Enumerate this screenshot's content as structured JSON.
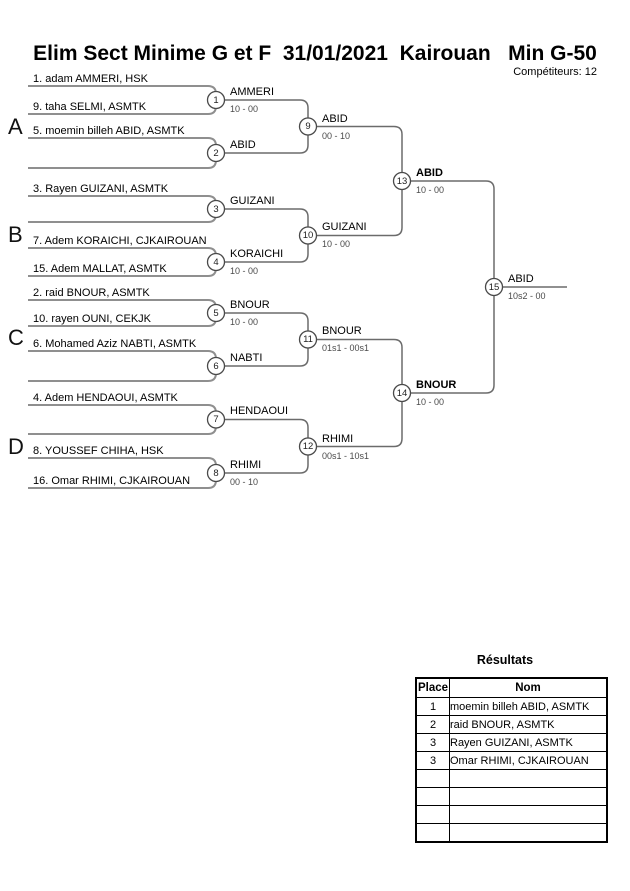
{
  "header": {
    "title": "Elim Sect Minime G et F  31/01/2021  Kairouan   Min G-50",
    "competitors": "Compétiteurs: 12"
  },
  "bracket": {
    "sections": [
      {
        "label": "A"
      },
      {
        "label": "B"
      },
      {
        "label": "C"
      },
      {
        "label": "D"
      }
    ],
    "entries": [
      "1. adam AMMERI, HSK",
      "9. taha SELMI, ASMTK",
      "5. moemin billeh ABID, ASMTK",
      "3. Rayen GUIZANI, ASMTK",
      "7. Adem KORAICHI, CJKAIROUAN",
      "15. Adem MALLAT, ASMTK",
      "2. raid BNOUR, ASMTK",
      "10. rayen OUNI, CEKJK",
      "6. Mohamed Aziz NABTI, ASMTK",
      "4. Adem HENDAOUI, ASMTK",
      "8. YOUSSEF CHIHA, HSK",
      "16. Omar RHIMI, CJKAIROUAN"
    ],
    "matches": [
      {
        "number": "1",
        "winner": "AMMERI",
        "score": "10 - 00"
      },
      {
        "number": "2",
        "winner": "ABID",
        "score": ""
      },
      {
        "number": "3",
        "winner": "GUIZANI",
        "score": ""
      },
      {
        "number": "4",
        "winner": "KORAICHI",
        "score": "10 - 00"
      },
      {
        "number": "5",
        "winner": "BNOUR",
        "score": "10 - 00"
      },
      {
        "number": "6",
        "winner": "NABTI",
        "score": ""
      },
      {
        "number": "7",
        "winner": "HENDAOUI",
        "score": ""
      },
      {
        "number": "8",
        "winner": "RHIMI",
        "score": "00 - 10"
      },
      {
        "number": "9",
        "winner": "ABID",
        "score": "00 - 10"
      },
      {
        "number": "10",
        "winner": "GUIZANI",
        "score": "10 - 00"
      },
      {
        "number": "11",
        "winner": "BNOUR",
        "score": "01s1 - 00s1"
      },
      {
        "number": "12",
        "winner": "RHIMI",
        "score": "00s1 - 10s1"
      },
      {
        "number": "13",
        "winner": "ABID",
        "score": "10 - 00"
      },
      {
        "number": "14",
        "winner": "BNOUR",
        "score": "10 - 00"
      },
      {
        "number": "15",
        "winner": "ABID",
        "score": "10s2 - 00"
      }
    ]
  },
  "results": {
    "title": "Résultats",
    "columns": [
      "Place",
      "Nom"
    ],
    "rows": [
      {
        "place": "1",
        "name": "moemin billeh ABID, ASMTK"
      },
      {
        "place": "2",
        "name": "raid BNOUR, ASMTK"
      },
      {
        "place": "3",
        "name": "Rayen GUIZANI, ASMTK"
      },
      {
        "place": "3",
        "name": "Omar RHIMI, CJKAIROUAN"
      },
      {
        "place": "",
        "name": ""
      },
      {
        "place": "",
        "name": ""
      },
      {
        "place": "",
        "name": ""
      },
      {
        "place": "",
        "name": ""
      }
    ]
  }
}
